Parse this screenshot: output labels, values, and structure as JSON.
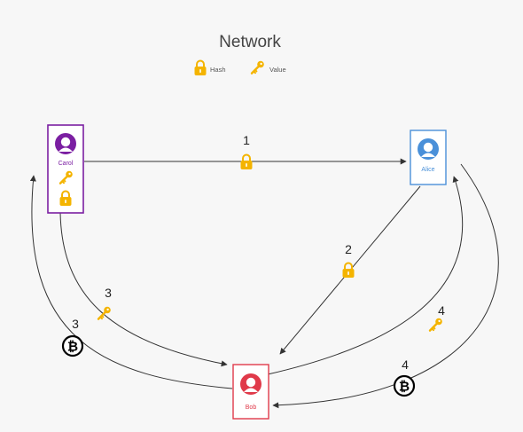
{
  "title": "Network",
  "legend": {
    "hash_label": "Hash",
    "value_label": "Value"
  },
  "nodes": {
    "carol": {
      "name": "Carol",
      "color": "#7b1fa2"
    },
    "alice": {
      "name": "Alice",
      "color": "#4a90d9"
    },
    "bob": {
      "name": "Bob",
      "color": "#e03a4a"
    }
  },
  "colors": {
    "hash_lock": "#f4b400",
    "key": "#f4b400",
    "arrow": "#333333"
  },
  "steps": {
    "s1": "1",
    "s2": "2",
    "s3_key": "3",
    "s3_coin": "3",
    "s4_key": "4",
    "s4_coin": "4"
  },
  "icons": {
    "hash": "lock-icon",
    "value": "key-icon",
    "coin": "bitcoin-icon",
    "person": "person-icon"
  }
}
